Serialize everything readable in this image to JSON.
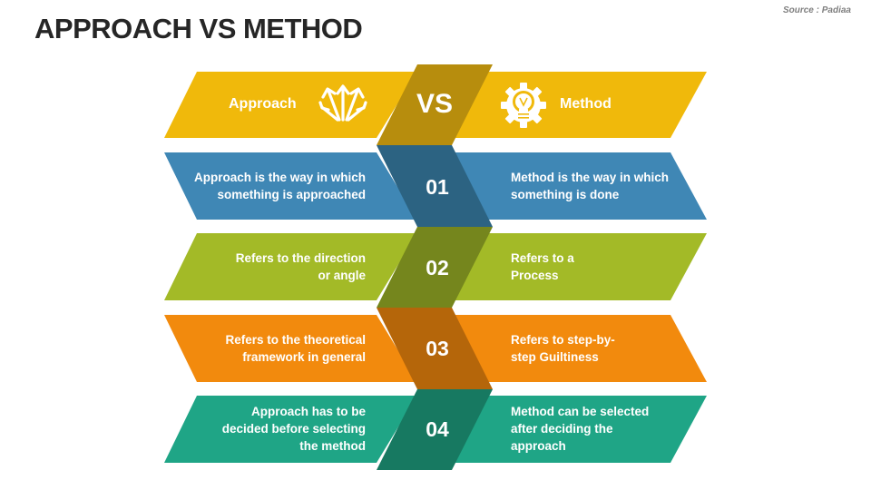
{
  "slide": {
    "title": "APPROACH VS METHOD",
    "source": "Source : Padiaa"
  },
  "header": {
    "left_label": "Approach",
    "vs_label": "VS",
    "right_label": "Method",
    "left_icon": "arrows-diverging-icon",
    "right_icon": "gear-lightbulb-icon",
    "color": "#F0B90B",
    "center_color": "#B78D0D"
  },
  "rows": [
    {
      "number": "01",
      "left": "Approach is the way in which something is approached",
      "right": "Method is the way in which something  is done",
      "color": "#3F87B5",
      "center_color": "#2C6382"
    },
    {
      "number": "02",
      "left": "Refers to the direction or angle",
      "right": "Refers to a Process",
      "color": "#A3BA27",
      "center_color": "#75861D"
    },
    {
      "number": "03",
      "left": "Refers to the theoretical framework in general",
      "right": "Refers to step-by-step Guiltiness",
      "color": "#F28A0D",
      "center_color": "#B5660A"
    },
    {
      "number": "04",
      "left": "Approach has to be decided before selecting the method",
      "right": "Method can be selected after deciding the approach",
      "color": "#1FA586",
      "center_color": "#177961"
    }
  ]
}
